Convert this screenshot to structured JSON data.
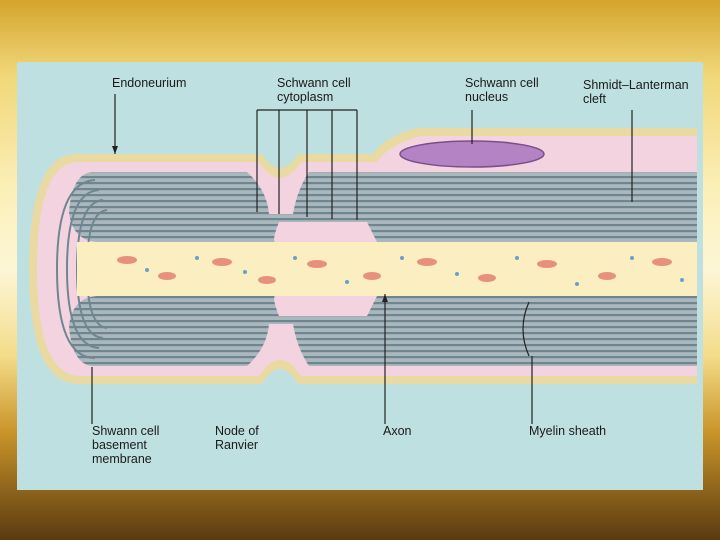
{
  "labels": {
    "endoneurium": "Endoneurium",
    "schwann_cytoplasm": "Schwann cell\ncytoplasm",
    "schwann_nucleus": "Schwann cell\nnucleus",
    "shmidt_lanterman": "Shmidt–Lanterman\ncleft",
    "basement_membrane": "Shwann cell\nbasement\nmembrane",
    "node_of_ranvier": "Node of\nRanvier",
    "axon": "Axon",
    "myelin_sheath": "Myelin sheath"
  },
  "colors": {
    "background": "#bfe0e0",
    "endoneurium_band": "#e9d9a2",
    "schwann_cytoplasm": "#f3d3e0",
    "myelin_lamellae": "#8ea0a8",
    "axoplasm": "#fbeec0",
    "nucleus": "#b483c4",
    "mitochondria": "#e8907e"
  }
}
